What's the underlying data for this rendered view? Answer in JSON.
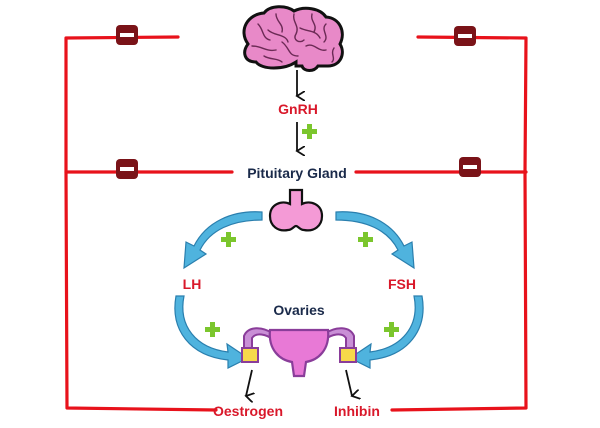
{
  "labels": {
    "gnrh": "GnRH",
    "pituitary": "Pituitary Gland",
    "lh": "LH",
    "fsh": "FSH",
    "ovaries": "Ovaries",
    "oestrogen": "Oestrogen",
    "inhibin": "Inhibin"
  },
  "signs": {
    "positive": "+",
    "negative": "−"
  },
  "colors": {
    "feedback_line": "#e8121b",
    "hormone_text": "#d9182a",
    "organ_text": "#1a2a4a",
    "brain_fill": "#e889c8",
    "pituitary_fill": "#f49ad6",
    "uterus_fill": "#e879d6",
    "uterus_outline": "#8a3d9a",
    "ovary_fill": "#f6d94a",
    "cyan_arrow": "#4fb3de",
    "plus_green": "#7bc62d",
    "minus_fill": "#7a1318",
    "arrow_black": "#111111"
  },
  "icons": {
    "brain": "brain-icon",
    "pituitary": "pituitary-gland-icon",
    "uterus": "uterus-ovaries-icon"
  }
}
